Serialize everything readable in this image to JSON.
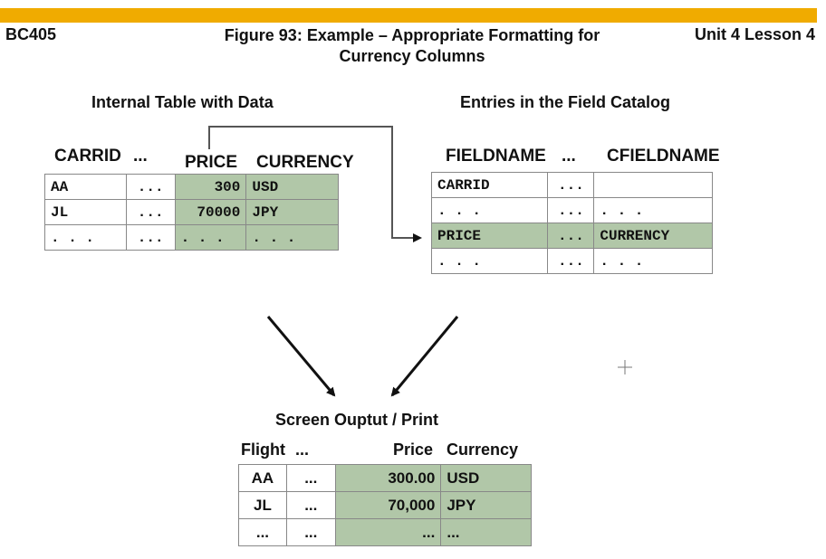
{
  "header": {
    "course": "BC405",
    "figure_title_line1": "Figure 93: Example – Appropriate Formatting for",
    "figure_title_line2": "Currency Columns",
    "unit": "Unit 4 Lesson 4"
  },
  "internal_table": {
    "title": "Internal Table with Data",
    "columns": [
      "CARRID",
      "...",
      "PRICE",
      "CURRENCY"
    ],
    "rows": [
      [
        "AA",
        "...",
        "300",
        "USD"
      ],
      [
        "JL",
        "...",
        "70000",
        "JPY"
      ],
      [
        ". . .",
        "...",
        ". . .",
        ". . ."
      ]
    ]
  },
  "field_catalog": {
    "title": "Entries in the Field Catalog",
    "columns": [
      "FIELDNAME",
      "...",
      "CFIELDNAME"
    ],
    "rows": [
      [
        "CARRID",
        "...",
        ""
      ],
      [
        ". . .",
        "...",
        ". . ."
      ],
      [
        "PRICE",
        "...",
        "CURRENCY"
      ],
      [
        ". . .",
        "...",
        ". . ."
      ]
    ]
  },
  "output": {
    "title": "Screen Ouptut / Print",
    "columns": [
      "Flight",
      "...",
      "Price",
      "Currency"
    ],
    "rows": [
      [
        "AA",
        "...",
        "300.00",
        "USD"
      ],
      [
        "JL",
        "...",
        "70,000",
        "JPY"
      ],
      [
        "...",
        "...",
        "...",
        "..."
      ]
    ]
  },
  "colors": {
    "accent_bar": "#f0ab00",
    "highlight": "#b1c7a8"
  }
}
